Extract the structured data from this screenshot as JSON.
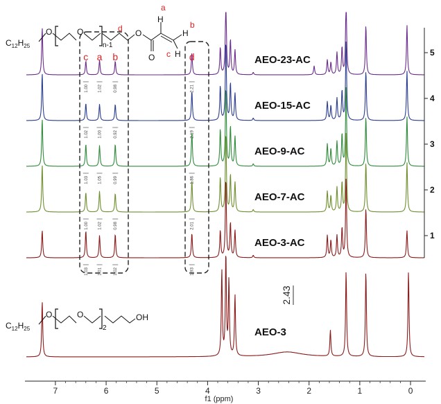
{
  "chart_data": {
    "type": "line",
    "title": "",
    "xlabel": "f1 (ppm)",
    "ylabel": "",
    "xlim": [
      7.6,
      -0.3
    ],
    "x_reversed": true,
    "x_ticks": [
      7,
      6,
      5,
      4,
      3,
      2,
      1,
      0
    ],
    "right_axis_ticks": [
      1,
      2,
      3,
      4,
      5
    ],
    "series": [
      {
        "name": "AEO-23-AC",
        "color": "#6a2c8c",
        "baseline_level": 5,
        "peaks": [
          [
            7.26,
            0.95
          ],
          [
            6.4,
            0.28
          ],
          [
            6.13,
            0.3
          ],
          [
            5.82,
            0.28
          ],
          [
            4.31,
            0.45
          ],
          [
            3.75,
            0.55
          ],
          [
            3.64,
            1.6
          ],
          [
            3.55,
            0.7
          ],
          [
            3.46,
            0.5
          ],
          [
            3.1,
            0.05
          ],
          [
            1.9,
            0.18
          ],
          [
            1.64,
            0.3
          ],
          [
            1.57,
            0.25
          ],
          [
            1.45,
            0.45
          ],
          [
            1.35,
            0.55
          ],
          [
            1.27,
            1.6
          ],
          [
            0.88,
            1.0
          ],
          [
            0.07,
            1.0
          ]
        ]
      },
      {
        "name": "AEO-15-AC",
        "color": "#2a3d8f",
        "baseline_level": 4,
        "peaks": [
          [
            7.26,
            0.95
          ],
          [
            6.4,
            0.35
          ],
          [
            6.13,
            0.33
          ],
          [
            5.82,
            0.33
          ],
          [
            4.31,
            0.6
          ],
          [
            3.75,
            0.7
          ],
          [
            3.64,
            1.6
          ],
          [
            3.55,
            0.75
          ],
          [
            3.46,
            0.55
          ],
          [
            3.1,
            0.05
          ],
          [
            1.64,
            0.38
          ],
          [
            1.57,
            0.3
          ],
          [
            1.45,
            0.45
          ],
          [
            1.35,
            0.6
          ],
          [
            1.27,
            1.6
          ],
          [
            0.88,
            1.0
          ],
          [
            0.07,
            1.0
          ]
        ]
      },
      {
        "name": "AEO-9-AC",
        "color": "#2e8b3a",
        "baseline_level": 3,
        "peaks": [
          [
            7.26,
            0.95
          ],
          [
            6.4,
            0.45
          ],
          [
            6.13,
            0.42
          ],
          [
            5.82,
            0.45
          ],
          [
            4.31,
            0.7
          ],
          [
            3.75,
            0.75
          ],
          [
            3.64,
            1.6
          ],
          [
            3.55,
            0.8
          ],
          [
            3.46,
            0.6
          ],
          [
            3.1,
            0.05
          ],
          [
            1.64,
            0.45
          ],
          [
            1.57,
            0.35
          ],
          [
            1.45,
            0.5
          ],
          [
            1.35,
            0.65
          ],
          [
            1.27,
            1.6
          ],
          [
            0.88,
            1.0
          ],
          [
            0.07,
            1.0
          ]
        ]
      },
      {
        "name": "AEO-7-AC",
        "color": "#6e8f2e",
        "baseline_level": 2,
        "peaks": [
          [
            7.26,
            0.95
          ],
          [
            6.4,
            0.4
          ],
          [
            6.13,
            0.42
          ],
          [
            5.82,
            0.38
          ],
          [
            4.31,
            0.65
          ],
          [
            3.75,
            0.7
          ],
          [
            3.64,
            1.6
          ],
          [
            3.55,
            0.75
          ],
          [
            3.46,
            0.6
          ],
          [
            3.1,
            0.05
          ],
          [
            1.64,
            0.42
          ],
          [
            1.57,
            0.33
          ],
          [
            1.45,
            0.5
          ],
          [
            1.35,
            0.6
          ],
          [
            1.27,
            1.6
          ],
          [
            0.88,
            1.0
          ],
          [
            0.07,
            1.0
          ]
        ]
      },
      {
        "name": "AEO-3-AC",
        "color": "#8b1a1a",
        "baseline_level": 1,
        "peaks": [
          [
            7.26,
            0.55
          ],
          [
            6.4,
            0.55
          ],
          [
            6.13,
            0.45
          ],
          [
            5.82,
            0.48
          ],
          [
            4.31,
            0.5
          ],
          [
            3.75,
            0.55
          ],
          [
            3.64,
            1.6
          ],
          [
            3.55,
            0.7
          ],
          [
            3.46,
            0.55
          ],
          [
            3.1,
            0.05
          ],
          [
            1.64,
            0.45
          ],
          [
            1.57,
            0.35
          ],
          [
            1.45,
            0.45
          ],
          [
            1.35,
            0.6
          ],
          [
            1.27,
            1.6
          ],
          [
            0.88,
            1.0
          ],
          [
            0.07,
            0.55
          ]
        ]
      },
      {
        "name": "AEO-3",
        "color": "#8b1a1a",
        "baseline_level": 0,
        "peaks": [
          [
            7.26,
            0.68
          ],
          [
            3.72,
            1.05
          ],
          [
            3.64,
            1.25
          ],
          [
            3.58,
            0.92
          ],
          [
            3.46,
            0.75
          ],
          [
            2.43,
            0.06
          ],
          [
            1.58,
            0.32
          ],
          [
            1.27,
            1.05
          ],
          [
            0.88,
            1.05
          ],
          [
            0.04,
            1.05
          ]
        ]
      }
    ],
    "annotations": {
      "peak_letters": [
        {
          "text": "c",
          "ppm": 6.4
        },
        {
          "text": "a",
          "ppm": 6.13
        },
        {
          "text": "b",
          "ppm": 5.82
        },
        {
          "text": "d",
          "ppm": 4.31
        }
      ],
      "integrals": [
        {
          "series": "AEO-23-AC",
          "values": [
            "1.00",
            "1.02",
            "0.98"
          ],
          "d_value": "2.21"
        },
        {
          "series": "AEO-15-AC",
          "values": [
            "1.02",
            "1.00",
            "0.92"
          ],
          "d_value": "2.19"
        },
        {
          "series": "AEO-9-AC",
          "values": [
            "1.03",
            "1.05",
            "0.99"
          ],
          "d_value": "1.86"
        },
        {
          "series": "AEO-7-AC",
          "values": [
            "1.00",
            "1.02",
            "0.98"
          ],
          "d_value": "2.01"
        },
        {
          "series": "AEO-3-AC",
          "values": [
            "1.03",
            "1.01",
            "1.02"
          ],
          "d_value": "1.93"
        }
      ],
      "oh_integral": "2.43"
    },
    "structures": {
      "acrylate": {
        "alkyl": "C",
        "alkyl_sub": "12",
        "alkyl_h": "H",
        "alkyl_h_sub": "25",
        "oxygen": "O",
        "repeat_sub": "n-1",
        "ester_o": "O",
        "carbonyl_o": "O",
        "h_label": "H",
        "labels": [
          "a",
          "b",
          "c",
          "d"
        ]
      },
      "alcohol": {
        "alkyl": "C",
        "alkyl_sub": "12",
        "alkyl_h": "H",
        "alkyl_h_sub": "25",
        "oxygen": "O",
        "repeat_sub": "2",
        "end_group": "OH"
      }
    }
  }
}
